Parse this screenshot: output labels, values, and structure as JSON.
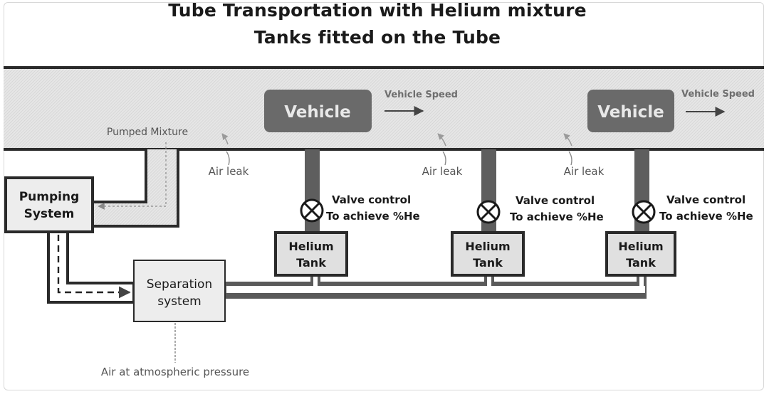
{
  "title": {
    "line1": "Tube Transportation with Helium mixture",
    "line2": "Tanks fitted on the Tube"
  },
  "vehicles": [
    {
      "label": "Vehicle",
      "speed_label": "Vehicle Speed"
    },
    {
      "label": "Vehicle",
      "speed_label": "Vehicle Speed"
    }
  ],
  "labels": {
    "pumped_mixture": "Pumped Mixture",
    "air_leak": [
      "Air leak",
      "Air leak",
      "Air leak"
    ],
    "air_atmospheric": "Air at atmospheric pressure"
  },
  "pumping_system": {
    "line1": "Pumping",
    "line2": "System"
  },
  "separation_system": {
    "line1": "Separation",
    "line2": "system"
  },
  "valves": [
    {
      "line1": "Valve control",
      "line2": "To achieve %He"
    },
    {
      "line1": "Valve control",
      "line2": "To achieve %He"
    },
    {
      "line1": "Valve control",
      "line2": "To achieve %He"
    }
  ],
  "helium_tanks": [
    {
      "line1": "Helium",
      "line2": "Tank"
    },
    {
      "line1": "Helium",
      "line2": "Tank"
    },
    {
      "line1": "Helium",
      "line2": "Tank"
    }
  ],
  "icons": [
    "valve-icon",
    "arrow-icon"
  ]
}
